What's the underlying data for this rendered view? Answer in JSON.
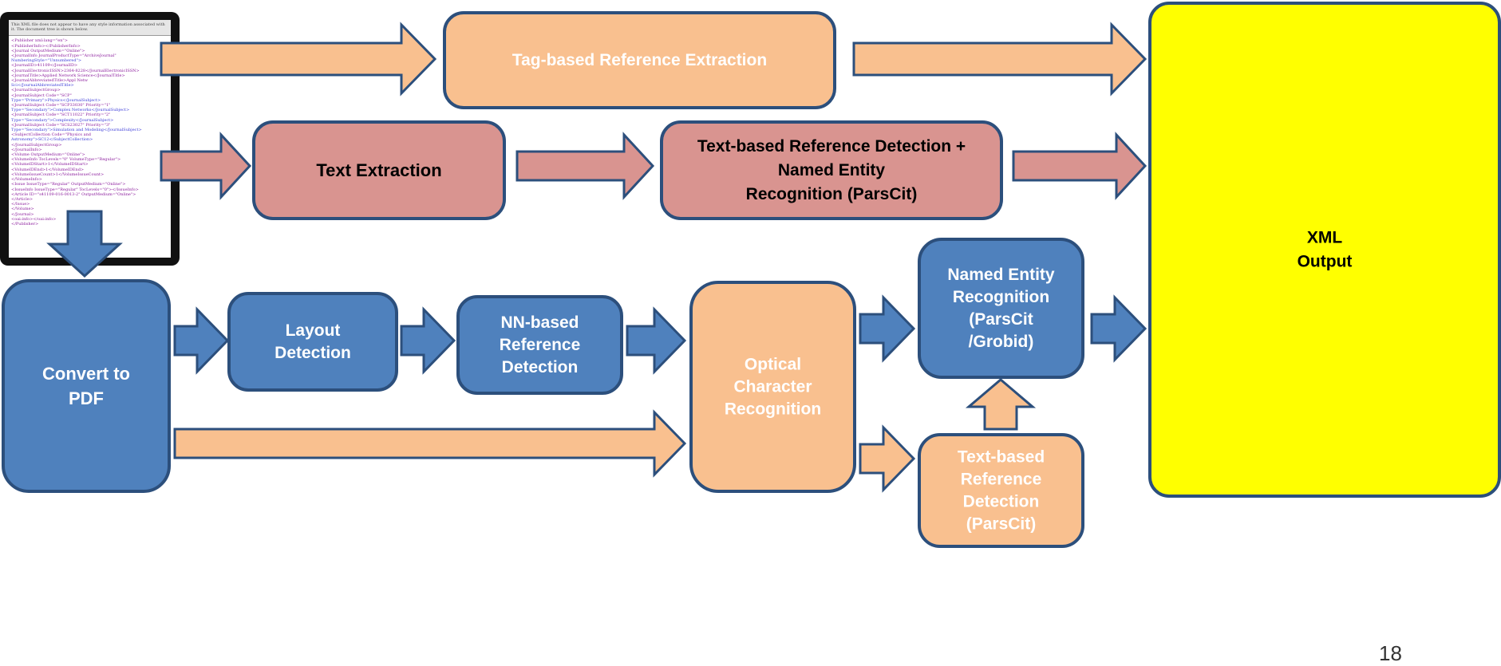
{
  "xml_preview": {
    "header": "This XML file does not appear to have any style information associated with it. The document tree is shown below.",
    "lines": [
      "<Publisher xml:lang=\"en\">",
      " <PublisherInfo></PublisherInfo>",
      " <Journal OutputMedium=\"Online\">",
      "  <JournalInfo JournalProductType=\"ArchiveJournal\"",
      "   NumberingStyle=\"Unnumbered\">",
      "   <JournalID>41109</JournalID>",
      "   <JournalElectronicISSN>2364-8228</JournalElectronicISSN>",
      "   <JournalTitle>Applied Network Science</JournalTitle>",
      "   <JournalAbbreviatedTitle>Appl Netw",
      "   Sci</JournalAbbreviatedTitle>",
      "   <JournalSubjectGroup>",
      "    <JournalSubject Code=\"SCP\"",
      "    Type=\"Primary\">Physics</JournalSubject>",
      "    <JournalSubject Code=\"SCP33030\" Priority=\"1\"",
      "    Type=\"Secondary\">Complex Networks</JournalSubject>",
      "    <JournalSubject Code=\"SCT11022\" Priority=\"2\"",
      "    Type=\"Secondary\">Complexity</JournalSubject>",
      "    <JournalSubject Code=\"SCS23027\" Priority=\"3\"",
      "    Type=\"Secondary\">Simulation and Modeling</JournalSubject>",
      "    <SubjectCollection Code=\"Physics and",
      "    Astronomy\">SC12</SubjectCollection>",
      "   </JournalSubjectGroup>",
      "  </JournalInfo>",
      "  <Volume OutputMedium=\"Online\">",
      "   <VolumeInfo TocLevels=\"0\" VolumeType=\"Regular\">",
      "    <VolumeIDStart>1</VolumeIDStart>",
      "    <VolumeIDEnd>1</VolumeIDEnd>",
      "    <VolumeIssueCount>1</VolumeIssueCount>",
      "   </VolumeInfo>",
      "   <Issue IssueType=\"Regular\" OutputMedium=\"Online\">",
      "    <IssueInfo IssueType=\"Regular\" TocLevels=\"0\"></IssueInfo>",
      "    <Article ID=\"s41109-016-0013-2\" OutputMedium=\"Online\">",
      "    </Article>",
      "   </Issue>",
      "  </Volume>",
      " </Journal>",
      " <oai:info></oai:info>",
      "</Publisher>"
    ]
  },
  "boxes": [
    {
      "id": "tag-extraction",
      "label": "Tag-based Reference Extraction"
    },
    {
      "id": "text-extraction",
      "label": "Text Extraction"
    },
    {
      "id": "text-detection-ner",
      "lines": [
        "Text-based Reference Detection +",
        "Named Entity",
        "Recognition (ParsCit)"
      ]
    },
    {
      "id": "xml-output",
      "lines": [
        "XML",
        "Output"
      ]
    },
    {
      "id": "convert-pdf",
      "lines": [
        "Convert to",
        "PDF"
      ]
    },
    {
      "id": "layout-detection",
      "lines": [
        "Layout",
        "Detection"
      ]
    },
    {
      "id": "nn-detection",
      "lines": [
        "NN-based",
        "Reference",
        "Detection"
      ]
    },
    {
      "id": "ocr",
      "lines": [
        "Optical",
        "Character",
        "Recognition"
      ]
    },
    {
      "id": "ner-grobid",
      "lines": [
        "Named Entity",
        "Recognition",
        "(ParsCit",
        "/Grobid)"
      ]
    },
    {
      "id": "text-detection-parscit",
      "lines": [
        "Text-based",
        "Reference",
        "Detection",
        "(ParsCit)"
      ]
    }
  ],
  "colors": {
    "orange_fill": "#f9c08f",
    "orange_text": "#ffffff",
    "red_fill": "#d99490",
    "blue_fill": "#4f81bd",
    "blue_stroke": "#2c4f7c",
    "yellow_fill": "#ffff00",
    "dark_text": "#000000",
    "white_text": "#ffffff"
  },
  "page_number": "18"
}
